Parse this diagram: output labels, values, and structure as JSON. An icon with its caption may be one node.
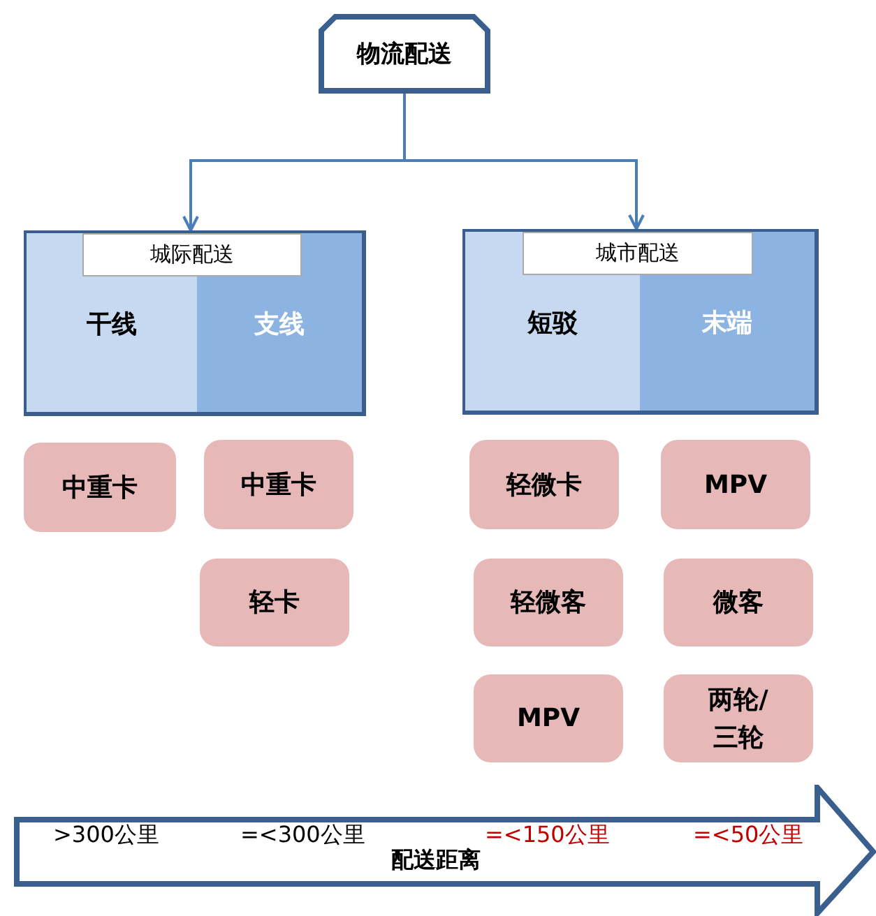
{
  "diagram": {
    "nodes": [
      {
        "text": [
          "物流配送"
        ]
      },
      {
        "text": [
          "城际配送"
        ]
      },
      {
        "text": [
          "干线"
        ],
        "in": 1
      },
      {
        "text": [
          "支线"
        ],
        "in": 1
      },
      {
        "text": [
          "城市配送"
        ]
      },
      {
        "text": [
          "短驳"
        ],
        "in": 4
      },
      {
        "text": [
          "末端"
        ],
        "in": 4
      },
      {
        "text": [
          "中重卡"
        ]
      },
      {
        "text": [
          "中重卡"
        ]
      },
      {
        "text": [
          "轻微卡"
        ]
      },
      {
        "text": [
          "MPV"
        ]
      },
      {
        "text": [
          "轻卡"
        ]
      },
      {
        "text": [
          "轻微客"
        ]
      },
      {
        "text": [
          "微客"
        ]
      },
      {
        "text": [
          "MPV"
        ]
      },
      {
        "text": [
          "两轮/三轮"
        ]
      },
      {
        "text": [
          ">300公里",
          "=<300公里",
          "=<150公里",
          "=<50公里",
          "配送距离"
        ]
      }
    ],
    "edges": [
      {
        "from": 0,
        "to": 1,
        "arrow": "to"
      },
      {
        "from": 0,
        "to": 4,
        "arrow": "to"
      }
    ]
  }
}
